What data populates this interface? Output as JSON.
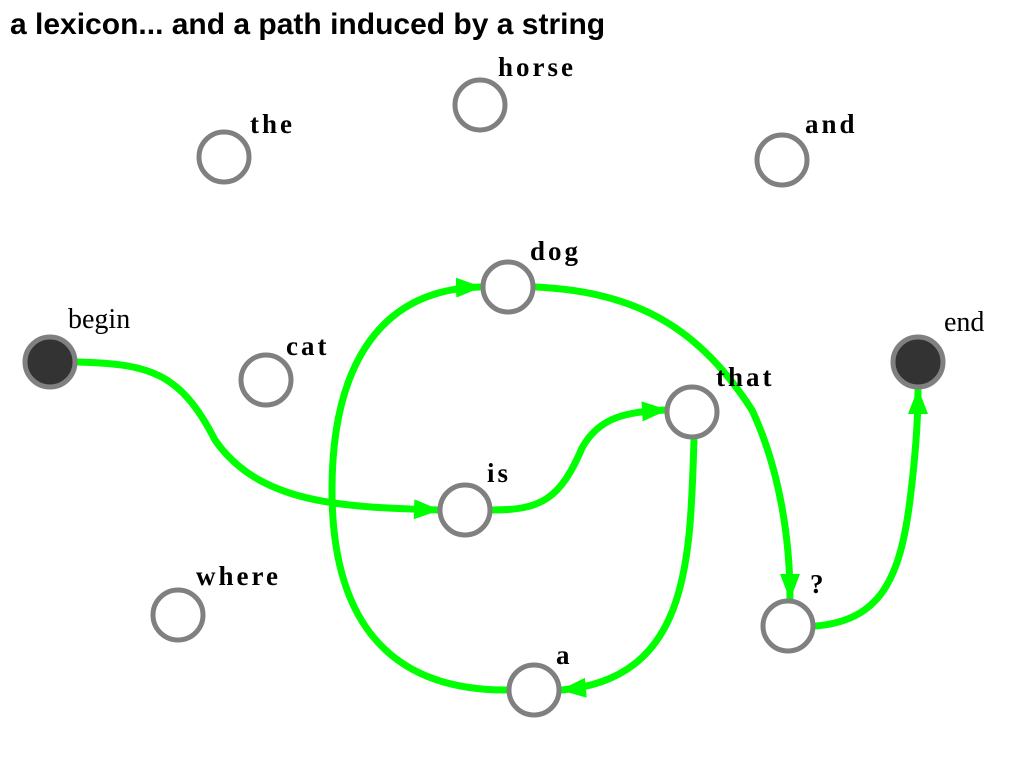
{
  "title": "a lexicon... and a path induced by a string",
  "colors": {
    "path": "#00ff00",
    "node_ring": "#808080",
    "terminal_fill": "#333333",
    "label": "#000000"
  },
  "nodes": [
    {
      "id": "horse",
      "label": "horse",
      "kind": "word"
    },
    {
      "id": "the",
      "label": "the",
      "kind": "word"
    },
    {
      "id": "and",
      "label": "and",
      "kind": "word"
    },
    {
      "id": "dog",
      "label": "dog",
      "kind": "word"
    },
    {
      "id": "begin",
      "label": "begin",
      "kind": "terminal"
    },
    {
      "id": "end",
      "label": "end",
      "kind": "terminal"
    },
    {
      "id": "cat",
      "label": "cat",
      "kind": "word"
    },
    {
      "id": "that",
      "label": "that",
      "kind": "word"
    },
    {
      "id": "is",
      "label": "is",
      "kind": "word"
    },
    {
      "id": "where",
      "label": "where",
      "kind": "word"
    },
    {
      "id": "question",
      "label": "?",
      "kind": "word"
    },
    {
      "id": "a",
      "label": "a",
      "kind": "word"
    }
  ],
  "path": [
    {
      "from": "begin",
      "to": "is"
    },
    {
      "from": "is",
      "to": "that"
    },
    {
      "from": "that",
      "to": "a"
    },
    {
      "from": "a",
      "to": "dog"
    },
    {
      "from": "dog",
      "to": "question"
    },
    {
      "from": "question",
      "to": "end"
    }
  ]
}
